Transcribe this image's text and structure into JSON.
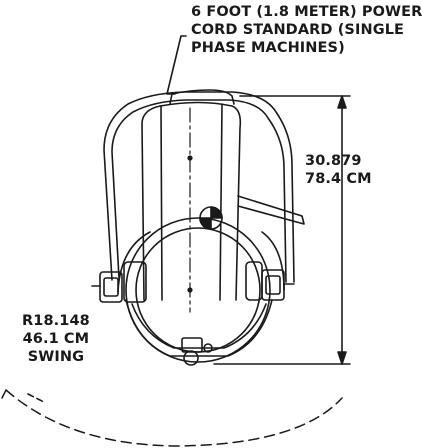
{
  "cord_note": {
    "line1": "6 FOOT (1.8 METER) POWER",
    "line2": "CORD STANDARD (SINGLE",
    "line3": "PHASE MACHINES)"
  },
  "height_dimension": {
    "imperial": "30.879",
    "metric": "78.4 CM"
  },
  "swing_dimension": {
    "radius_imperial": "R18.148",
    "radius_metric": "46.1 CM",
    "label": "SWING"
  }
}
